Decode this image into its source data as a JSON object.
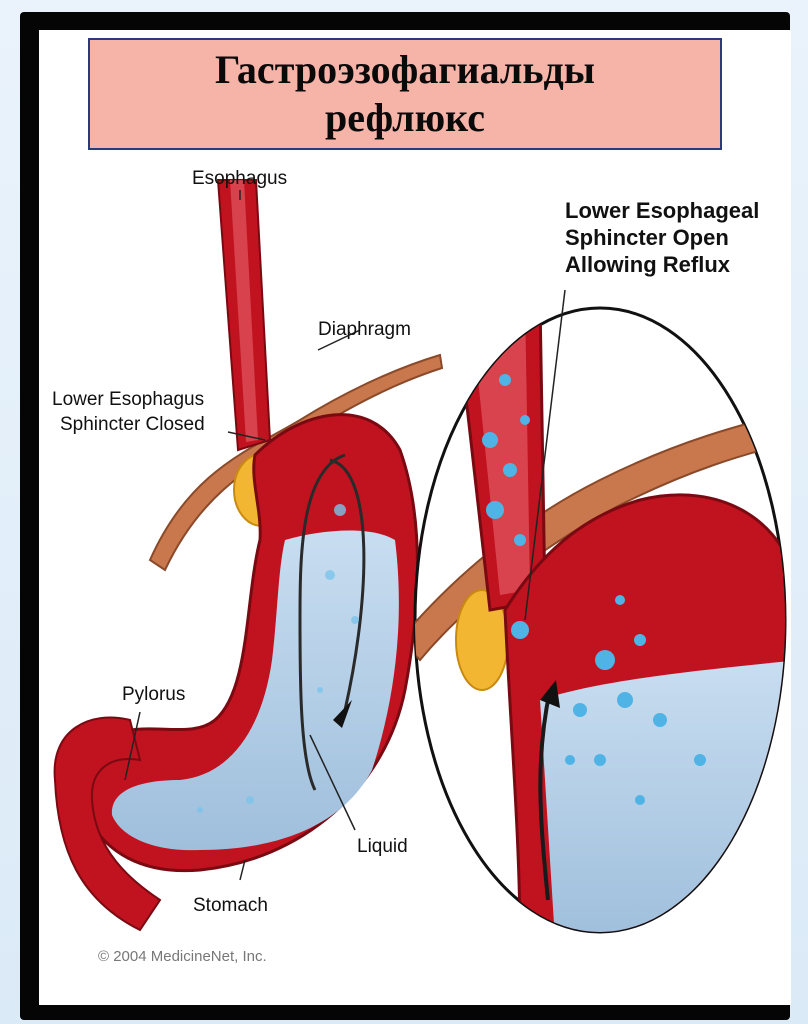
{
  "title": "Гастроэзофагиальды\nрефлюкс",
  "labels": {
    "esophagus": "Esophagus",
    "diaphragm": "Diaphragm",
    "les_closed_1": "Lower Esophagus",
    "les_closed_2": "Sphincter Closed",
    "pylorus": "Pylorus",
    "liquid": "Liquid",
    "stomach": "Stomach",
    "les_open_1": "Lower Esophageal",
    "les_open_2": "Sphincter Open",
    "les_open_3": "Allowing Reflux"
  },
  "copyright": "© 2004 MedicineNet, Inc.",
  "colors": {
    "tissue_red": "#c1121f",
    "dark_red": "#8f0d16",
    "liquid_blue": "#b9d3ea",
    "bubble_blue": "#4fb3e6",
    "diaphragm": "#c9774c",
    "fat_yellow": "#f2b632",
    "title_bg": "#f6b3a8",
    "title_border": "#2b3a78"
  }
}
